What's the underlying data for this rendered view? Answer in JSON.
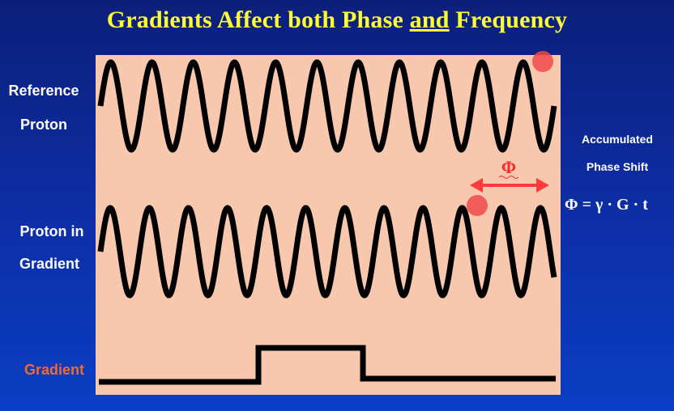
{
  "title": {
    "pre": "Gradients Affect both Phase ",
    "underlined": "and",
    "post": " Frequency"
  },
  "labels": {
    "reference_line1": "Reference",
    "reference_line2": "Proton",
    "gradient_proton_line1": "Proton in",
    "gradient_proton_line2": "Gradient",
    "gradient": "Gradient",
    "accumulated_line1": "Accumulated",
    "accumulated_line2": "Phase Shift",
    "phi_symbol": "Φ",
    "formula": "Φ = γ · G · t"
  },
  "colors": {
    "title": "#ffff33",
    "panel": "#f7c8ae",
    "wave": "#000000",
    "marker": "#f04a4a",
    "arrow": "#ff3b3b",
    "gradient_label": "#f26a2a"
  },
  "waves": {
    "reference_cycles": 11,
    "gradient_cycles": 11.6
  }
}
